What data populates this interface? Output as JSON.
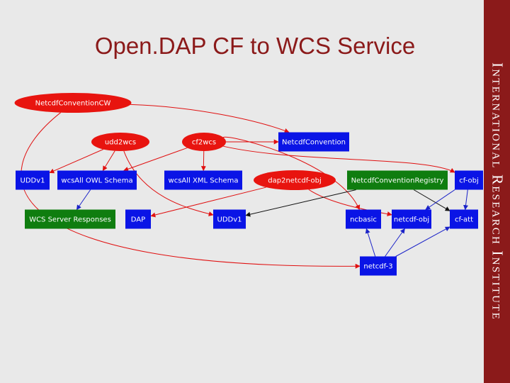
{
  "header": {
    "title": "Open.DAP CF to WCS Service"
  },
  "sidebar": {
    "institute": "International Research Institute"
  },
  "colors": {
    "rect_blue": "#0a14e6",
    "rect_green": "#0f7d0f",
    "ellipse_red": "#e8140f",
    "edge_red": "#e01010",
    "edge_black": "#111111",
    "edge_blue": "#1a22c8",
    "brand": "#8b1a1a"
  },
  "diagram": {
    "nodes": [
      {
        "id": "netcdfconventioncw",
        "label": "NetcdfConventionCW",
        "shape": "ellipse",
        "color": "red"
      },
      {
        "id": "udd2wcs",
        "label": "udd2wcs",
        "shape": "ellipse",
        "color": "red"
      },
      {
        "id": "cf2wcs",
        "label": "cf2wcs",
        "shape": "ellipse",
        "color": "red"
      },
      {
        "id": "netcdfconvention",
        "label": "NetcdfConvention",
        "shape": "rect",
        "color": "blue"
      },
      {
        "id": "uddv1-top",
        "label": "UDDv1",
        "shape": "rect",
        "color": "blue"
      },
      {
        "id": "wcsall-owl-schema",
        "label": "wcsAll OWL Schema",
        "shape": "rect",
        "color": "blue"
      },
      {
        "id": "wcsall-xml-schema",
        "label": "wcsAll XML Schema",
        "shape": "rect",
        "color": "blue"
      },
      {
        "id": "dap2netcdf-obj",
        "label": "dap2netcdf-obj",
        "shape": "ellipse",
        "color": "red"
      },
      {
        "id": "netcdfconventionregistry",
        "label": "NetcdfConventionRegistry",
        "shape": "rect",
        "color": "green"
      },
      {
        "id": "cf-obj",
        "label": "cf-obj",
        "shape": "rect",
        "color": "blue"
      },
      {
        "id": "wcs-server-responses",
        "label": "WCS Server Responses",
        "shape": "rect",
        "color": "green"
      },
      {
        "id": "dap",
        "label": "DAP",
        "shape": "rect",
        "color": "blue"
      },
      {
        "id": "uddv1-mid",
        "label": "UDDv1",
        "shape": "rect",
        "color": "blue"
      },
      {
        "id": "ncbasic",
        "label": "ncbasic",
        "shape": "rect",
        "color": "blue"
      },
      {
        "id": "netcdf-obj",
        "label": "netcdf-obj",
        "shape": "rect",
        "color": "blue"
      },
      {
        "id": "cf-att",
        "label": "cf-att",
        "shape": "rect",
        "color": "blue"
      },
      {
        "id": "netcdf-3",
        "label": "netcdf-3",
        "shape": "rect",
        "color": "blue"
      }
    ],
    "edges": [
      {
        "from": "netcdfconventioncw",
        "to": "netcdfconvention",
        "color": "red"
      },
      {
        "from": "netcdfconventioncw",
        "to": "netcdf-3",
        "color": "red"
      },
      {
        "from": "udd2wcs",
        "to": "uddv1-top",
        "color": "red"
      },
      {
        "from": "udd2wcs",
        "to": "wcsall-owl-schema",
        "color": "red"
      },
      {
        "from": "udd2wcs",
        "to": "uddv1-mid",
        "color": "red"
      },
      {
        "from": "cf2wcs",
        "to": "wcsall-owl-schema",
        "color": "red"
      },
      {
        "from": "cf2wcs",
        "to": "wcsall-xml-schema",
        "color": "red"
      },
      {
        "from": "cf2wcs",
        "to": "netcdfconvention",
        "color": "red"
      },
      {
        "from": "cf2wcs",
        "to": "ncbasic",
        "color": "red"
      },
      {
        "from": "cf2wcs",
        "to": "cf-obj",
        "color": "red"
      },
      {
        "from": "dap2netcdf-obj",
        "to": "dap",
        "color": "red"
      },
      {
        "from": "dap2netcdf-obj",
        "to": "netcdf-obj",
        "color": "red"
      },
      {
        "from": "wcsall-owl-schema",
        "to": "wcs-server-responses",
        "color": "blue"
      },
      {
        "from": "netcdfconventionregistry",
        "to": "uddv1-mid",
        "color": "black"
      },
      {
        "from": "netcdfconventionregistry",
        "to": "cf-att",
        "color": "black"
      },
      {
        "from": "cf-obj",
        "to": "netcdf-obj",
        "color": "blue"
      },
      {
        "from": "cf-obj",
        "to": "cf-att",
        "color": "blue"
      },
      {
        "from": "netcdf-3",
        "to": "netcdf-obj",
        "color": "blue"
      },
      {
        "from": "netcdf-3",
        "to": "ncbasic",
        "color": "blue"
      },
      {
        "from": "netcdf-3",
        "to": "cf-att",
        "color": "blue"
      }
    ]
  }
}
